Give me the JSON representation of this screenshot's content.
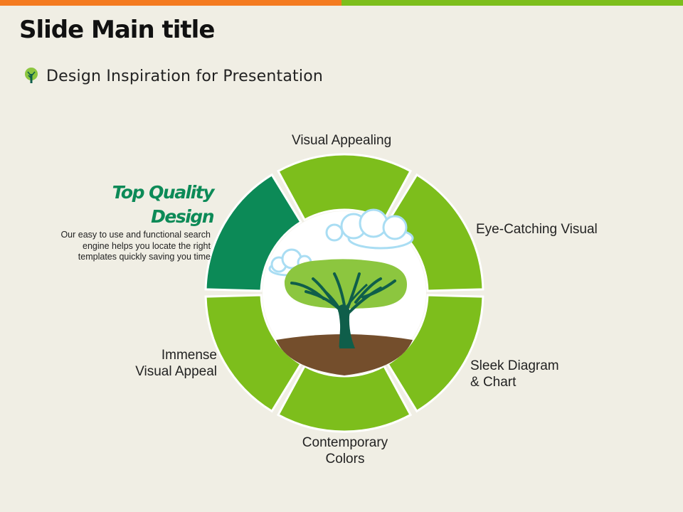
{
  "slide": {
    "title": "Slide Main title",
    "subtitle": "Design Inspiration for Presentation"
  },
  "colors": {
    "accent_orange": "#F47B20",
    "accent_green": "#7DBE1C",
    "segment_green": "#7DBE1C",
    "segment_highlight": "#0C8A57",
    "heading_green": "#0C8A57",
    "soil_brown": "#744E2C",
    "canopy_green": "#8CC63F",
    "trunk_teal": "#0F5E4A",
    "background": "#F0EEE4"
  },
  "highlight": {
    "title_line1": "Top Quality",
    "title_line2": "Design",
    "description_line1": "Our easy to use and functional search",
    "description_line2": "engine helps you locate the right",
    "description_line3": "templates quickly saving you time"
  },
  "segments": [
    {
      "label_line1": "Visual Appealing",
      "label_line2": "",
      "highlighted": false
    },
    {
      "label_line1": "Eye-Catching Visual",
      "label_line2": "",
      "highlighted": false
    },
    {
      "label_line1": "Sleek Diagram",
      "label_line2": "& Chart",
      "highlighted": false
    },
    {
      "label_line1": "Contemporary",
      "label_line2": "Colors",
      "highlighted": false
    },
    {
      "label_line1": "Immense",
      "label_line2": "Visual Appeal",
      "highlighted": false
    },
    {
      "label_line1": "",
      "label_line2": "",
      "highlighted": true
    }
  ],
  "icons": {
    "bullet": "tree-bullet-icon",
    "center": "tree-illustration-icon"
  }
}
